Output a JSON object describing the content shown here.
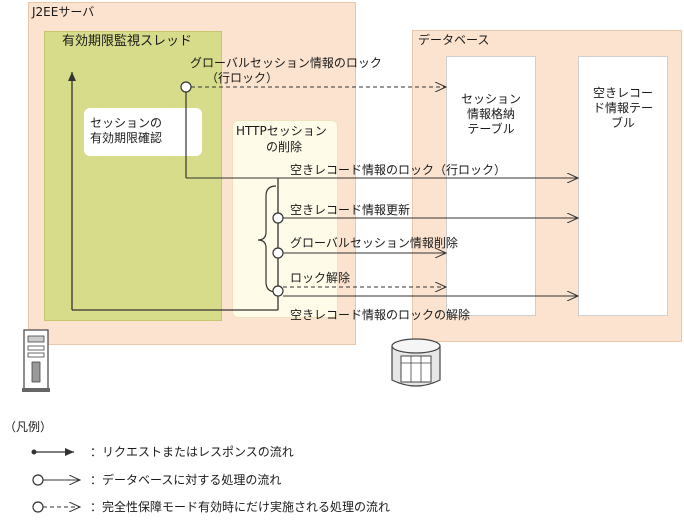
{
  "containers": {
    "j2ee_label": "J2EEサーバ",
    "db_label": "データベース",
    "thread_label": "有効期限監視スレッド",
    "check_label_1": "セッションの",
    "check_label_2": "有効期限確認",
    "http_label_1": "HTTPセッション",
    "http_label_2": "の削除",
    "table1_label_1": "セッション",
    "table1_label_2": "情報格納",
    "table1_label_3": "テーブル",
    "table2_label_1": "空きレコー",
    "table2_label_2": "ド情報テー",
    "table2_label_3": "ブル"
  },
  "flows": {
    "global_lock_1": "グローバルセッション情報のロック",
    "global_lock_2": "（行ロック）",
    "free_lock": "空きレコード情報のロック（行ロック）",
    "free_update": "空きレコード情報更新",
    "global_delete": "グローバルセッション情報削除",
    "unlock": "ロック解除",
    "free_unlock": "空きレコード情報のロックの解除"
  },
  "legend": {
    "title": "（凡例）",
    "item1": "：リクエストまたはレスポンスの流れ",
    "item2": "：データベースに対する処理の流れ",
    "item3": "：完全性保障モード有効時にだけ実施される処理の流れ"
  },
  "icons": {
    "server": "server-icon",
    "database": "database-icon"
  }
}
